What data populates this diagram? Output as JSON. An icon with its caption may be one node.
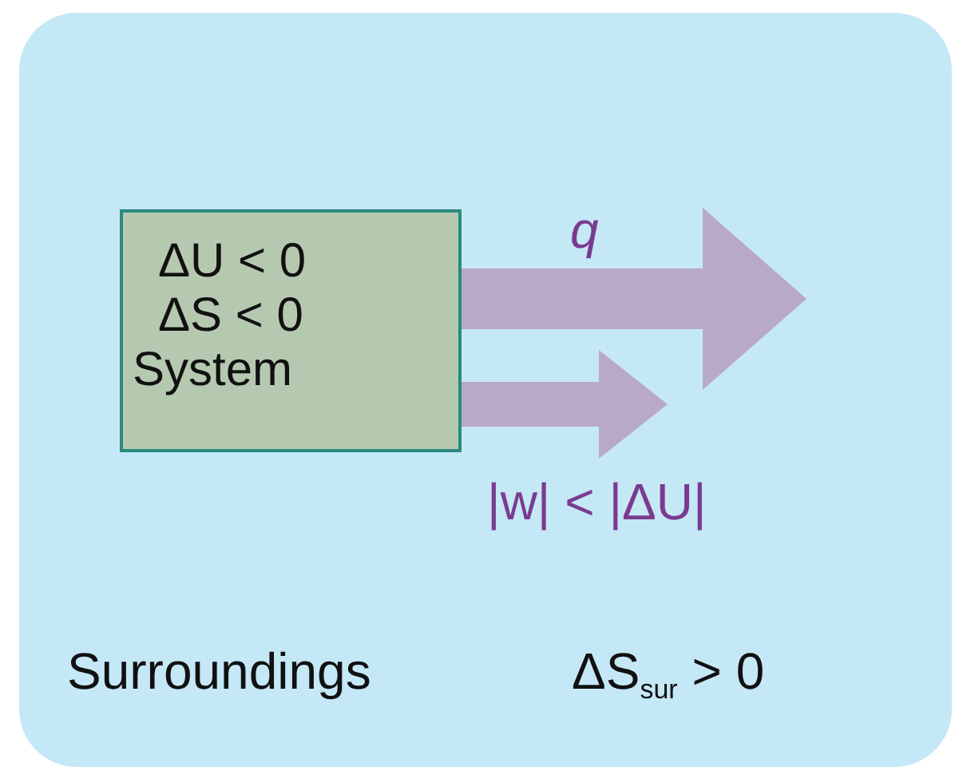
{
  "diagram": {
    "nodes": [
      {
        "text": [
          "Surroundings",
          "ΔS$_{sur}$ > 0"
        ]
      },
      {
        "text": [
          "ΔU < 0",
          "ΔS < 0",
          "System"
        ],
        "in": 0
      }
    ],
    "edges": [
      {
        "from": 1,
        "to": null,
        "arrow": "to",
        "label": "q",
        "style": "thick"
      },
      {
        "from": 1,
        "to": null,
        "arrow": "to",
        "label": "|w| < |ΔU|",
        "style": "thick"
      }
    ]
  }
}
